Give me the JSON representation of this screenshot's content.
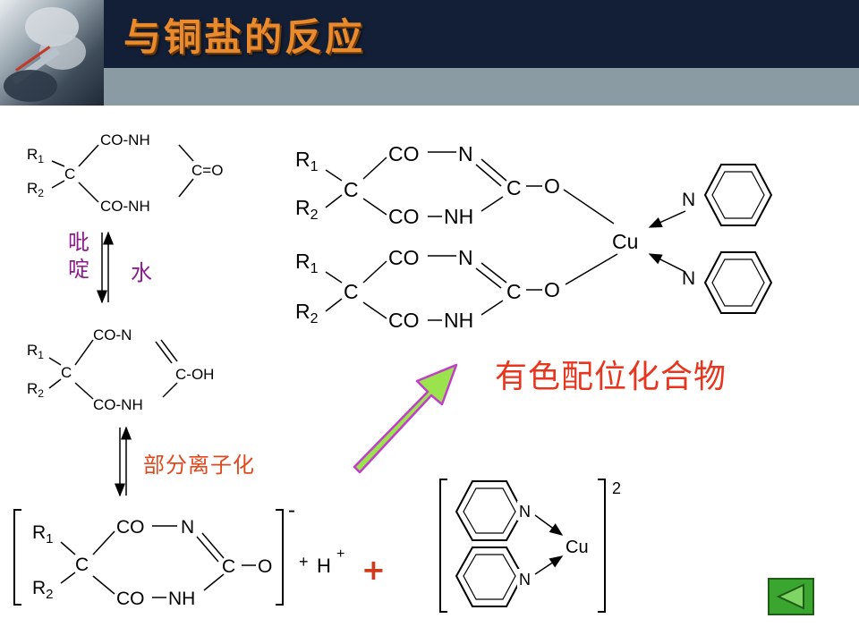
{
  "slide": {
    "title": "与铜盐的反应",
    "reagent_pyridine": "吡啶",
    "reagent_water": "水",
    "partial_ionization": "部分离子化",
    "product_label": "有色配位化合物",
    "plus": "+",
    "nav_button_icon": "triangle-left-icon"
  },
  "chem": {
    "r1": "R",
    "r1_sub": "1",
    "r2": "R",
    "r2_sub": "2",
    "c": "C",
    "co": "CO",
    "nh": "NH",
    "n": "N",
    "o": "O",
    "c_o": "C=O",
    "c_oh": "C-OH",
    "co_nh": "CO-NH",
    "co_n": "CO-N",
    "cu": "Cu",
    "minus": "-",
    "h_plus_sign": "+",
    "h": "H",
    "h_charge": "+",
    "charge_two": "2"
  },
  "colors": {
    "header_dark": "#121f36",
    "header_strip": "#8a9ba3",
    "title": "#e98a2c",
    "reagent": "#8b1a8b",
    "highlight": "#e8351e",
    "arrow_fill": "#9be34c",
    "arrow_border": "#c03fc8",
    "nav_button": "#3aa630"
  }
}
